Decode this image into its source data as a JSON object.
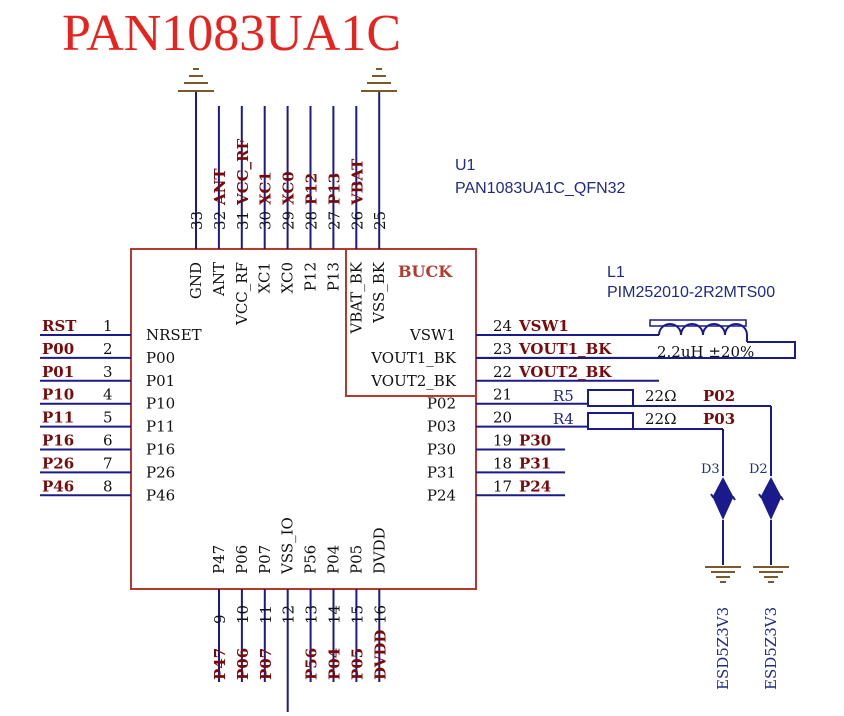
{
  "title": "PAN1083UA1C",
  "ref": "U1",
  "part": "PAN1083UA1C_QFN32",
  "buck_label": "BUCK",
  "inductor": {
    "ref": "L1",
    "part": "PIM252010-2R2MTS00",
    "value": "2.2uH ±20%"
  },
  "resistors": [
    {
      "ref": "R5",
      "value": "22Ω",
      "net": "P02"
    },
    {
      "ref": "R4",
      "value": "22Ω",
      "net": "P03"
    }
  ],
  "diodes": [
    {
      "ref": "D3",
      "part": "ESD5Z3V3"
    },
    {
      "ref": "D2",
      "part": "ESD5Z3V3"
    }
  ],
  "pins_left": [
    {
      "num": "1",
      "name": "NRSET",
      "net": "RST"
    },
    {
      "num": "2",
      "name": "P00",
      "net": "P00"
    },
    {
      "num": "3",
      "name": "P01",
      "net": "P01"
    },
    {
      "num": "4",
      "name": "P10",
      "net": "P10"
    },
    {
      "num": "5",
      "name": "P11",
      "net": "P11"
    },
    {
      "num": "6",
      "name": "P16",
      "net": "P16"
    },
    {
      "num": "7",
      "name": "P26",
      "net": "P26"
    },
    {
      "num": "8",
      "name": "P46",
      "net": "P46"
    }
  ],
  "pins_right": [
    {
      "num": "24",
      "name": "VSW1",
      "net": "VSW1"
    },
    {
      "num": "23",
      "name": "VOUT1_BK",
      "net": "VOUT1_BK"
    },
    {
      "num": "22",
      "name": "VOUT2_BK",
      "net": "VOUT2_BK"
    },
    {
      "num": "21",
      "name": "P02",
      "net": ""
    },
    {
      "num": "20",
      "name": "P03",
      "net": ""
    },
    {
      "num": "19",
      "name": "P30",
      "net": "P30"
    },
    {
      "num": "18",
      "name": "P31",
      "net": "P31"
    },
    {
      "num": "17",
      "name": "P24",
      "net": "P24"
    }
  ],
  "pins_top": [
    {
      "num": "33",
      "name": "GND",
      "net": ""
    },
    {
      "num": "32",
      "name": "ANT",
      "net": "ANT"
    },
    {
      "num": "31",
      "name": "VCC_RF",
      "net": "VCC_RF"
    },
    {
      "num": "30",
      "name": "XC1",
      "net": "XC1"
    },
    {
      "num": "29",
      "name": "XC0",
      "net": "XC0"
    },
    {
      "num": "28",
      "name": "P12",
      "net": "P12"
    },
    {
      "num": "27",
      "name": "P13",
      "net": "P13"
    },
    {
      "num": "26",
      "name": "VBAT_BK",
      "net": "VBAT"
    },
    {
      "num": "25",
      "name": "VSS_BK",
      "net": ""
    }
  ],
  "pins_bottom": [
    {
      "num": "9",
      "name": "P47",
      "net": "P47"
    },
    {
      "num": "10",
      "name": "P06",
      "net": "P06"
    },
    {
      "num": "11",
      "name": "P07",
      "net": "P07"
    },
    {
      "num": "12",
      "name": "VSS_IO",
      "net": ""
    },
    {
      "num": "13",
      "name": "P56",
      "net": "P56"
    },
    {
      "num": "14",
      "name": "P04",
      "net": "P04"
    },
    {
      "num": "15",
      "name": "P05",
      "net": "P05"
    },
    {
      "num": "16",
      "name": "DVDD",
      "net": "DVDD"
    }
  ],
  "colors": {
    "title": "#e8221c",
    "body": "#b5392c",
    "net": "#7a0a0a",
    "wire": "#1a1a8c",
    "pin_text": "#111111",
    "blue_text": "#1f2a8a",
    "ground": "#7a5a2a"
  }
}
